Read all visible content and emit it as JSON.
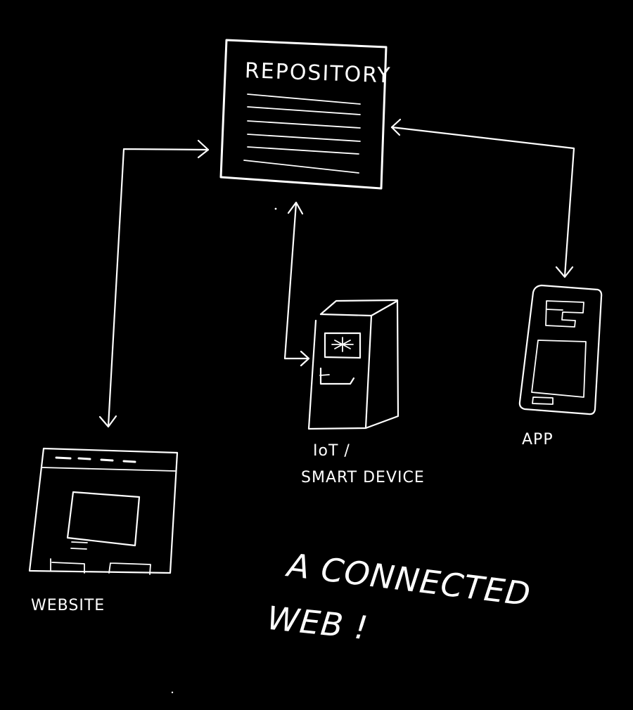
{
  "repository": {
    "title": "REPOSITORY"
  },
  "nodes": {
    "website": {
      "label": "WEBSITE"
    },
    "iot": {
      "label_line1": "IoT /",
      "label_line2": "SMART DEVICE"
    },
    "app": {
      "label": "APP"
    }
  },
  "tagline": {
    "line1": "A CONNECTED",
    "line2": "WEB !"
  },
  "colors": {
    "background": "#000000",
    "ink": "#ffffff"
  }
}
